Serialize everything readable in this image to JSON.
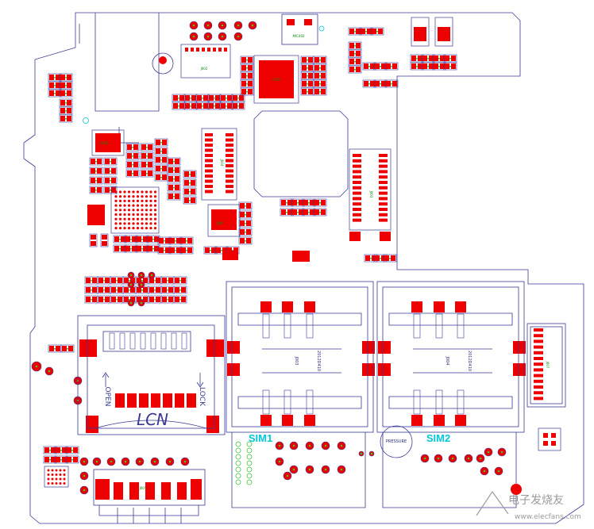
{
  "labels": {
    "sim1": "SIM1",
    "sim2": "SIM2",
    "lcn": "LCN",
    "open": "OPEN",
    "lock": "LOCK",
    "pressure": "PRESSURE",
    "mic": "MIC402",
    "sim_part_1": "2012D410",
    "sim_part_2": "2012D410",
    "sim_ref_1": "J003",
    "sim_ref_2": "J004",
    "conn_a": "J002",
    "conn_b": "J003",
    "conn_c": "J004",
    "conn_d": "J005",
    "conn_e": "J007",
    "conn_f": "J006",
    "ic_a": "U106",
    "ic_b": "U102"
  },
  "watermark": {
    "title": "电子发烧友",
    "url": "www.elecfans.com"
  },
  "colors": {
    "outline": "#3a3a96",
    "pad": "#ee0000",
    "silk": "#00c8d8",
    "board": "#ffffff",
    "marker": "#39c839"
  }
}
